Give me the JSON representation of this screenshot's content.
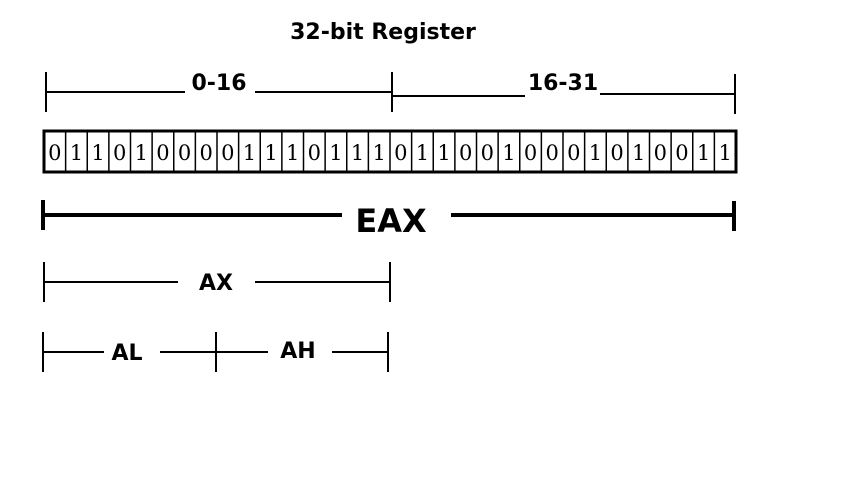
{
  "title": "32-bit Register",
  "ranges": {
    "low": "0-16",
    "high": "16-31"
  },
  "bits": [
    "0",
    "1",
    "1",
    "0",
    "1",
    "0",
    "0",
    "0",
    "0",
    "1",
    "1",
    "1",
    "0",
    "1",
    "1",
    "1",
    "0",
    "1",
    "1",
    "0",
    "0",
    "1",
    "0",
    "0",
    "0",
    "1",
    "0",
    "1",
    "0",
    "0",
    "1",
    "1"
  ],
  "registers": {
    "eax": "EAX",
    "ax": "AX",
    "al": "AL",
    "ah": "AH"
  }
}
